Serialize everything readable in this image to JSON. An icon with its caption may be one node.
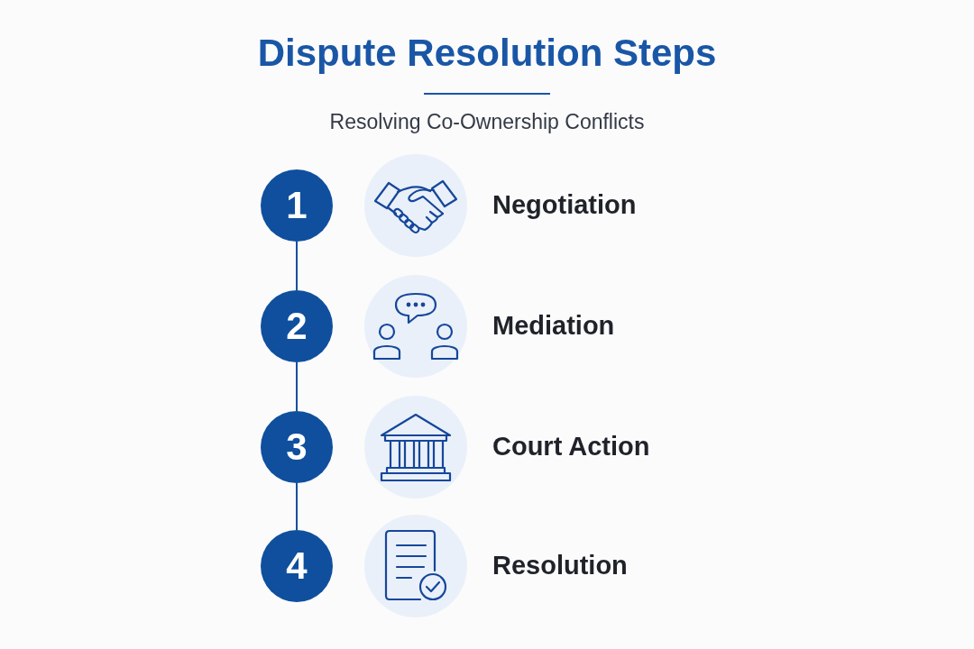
{
  "diagram": {
    "title": "Dispute Resolution Steps",
    "labels": [
      "Resolving Co-Ownership Conflicts",
      "Negotiation",
      "Mediation",
      "Court Action",
      "Resolution"
    ],
    "nodes": [
      {
        "text": [
          "1"
        ]
      },
      {
        "text": [
          "2"
        ]
      },
      {
        "text": [
          "3"
        ]
      },
      {
        "text": [
          "4"
        ]
      }
    ],
    "edges": [
      {
        "from": 0,
        "to": 1,
        "arrow": "none"
      },
      {
        "from": 1,
        "to": 2,
        "arrow": "none"
      },
      {
        "from": 2,
        "to": 3,
        "arrow": "none"
      }
    ]
  }
}
